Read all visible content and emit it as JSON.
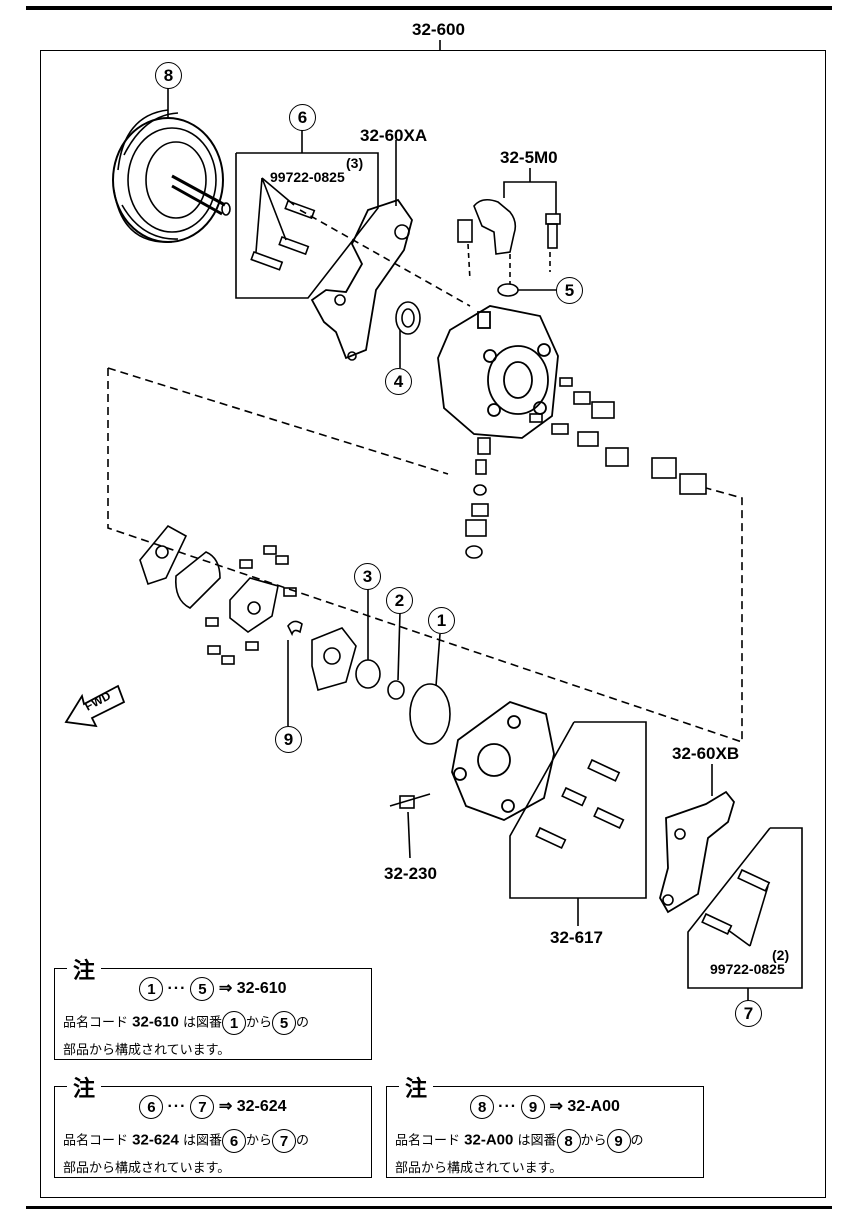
{
  "assembly": "32-600",
  "labels": {
    "bracket_a": "32-60XA",
    "fitting": "32-5M0",
    "bolt_a": "99722-0825",
    "bolt_a_qty": "(3)",
    "bracket_b": "32-60XB",
    "bolt_b": "99722-0825",
    "bolt_b_qty": "(2)",
    "sensor": "32-230",
    "cover_bolts": "32-617",
    "fwd": "FWD"
  },
  "callouts": [
    "1",
    "2",
    "3",
    "4",
    "5",
    "6",
    "7",
    "8",
    "9"
  ],
  "notes": [
    {
      "head": "注",
      "from": "1",
      "to": "5",
      "dots": "···",
      "arrow": "⇒",
      "code": "32-610",
      "t1": "品名コード",
      "t2": "は図番",
      "t3": "から",
      "t4": "の",
      "t5": "部品から構成されています。"
    },
    {
      "head": "注",
      "from": "6",
      "to": "7",
      "dots": "···",
      "arrow": "⇒",
      "code": "32-624",
      "t1": "品名コード",
      "t2": "は図番",
      "t3": "から",
      "t4": "の",
      "t5": "部品から構成されています。"
    },
    {
      "head": "注",
      "from": "8",
      "to": "9",
      "dots": "···",
      "arrow": "⇒",
      "code": "32-A00",
      "t1": "品名コード",
      "t2": "は図番",
      "t3": "から",
      "t4": "の",
      "t5": "部品から構成されています。"
    }
  ]
}
